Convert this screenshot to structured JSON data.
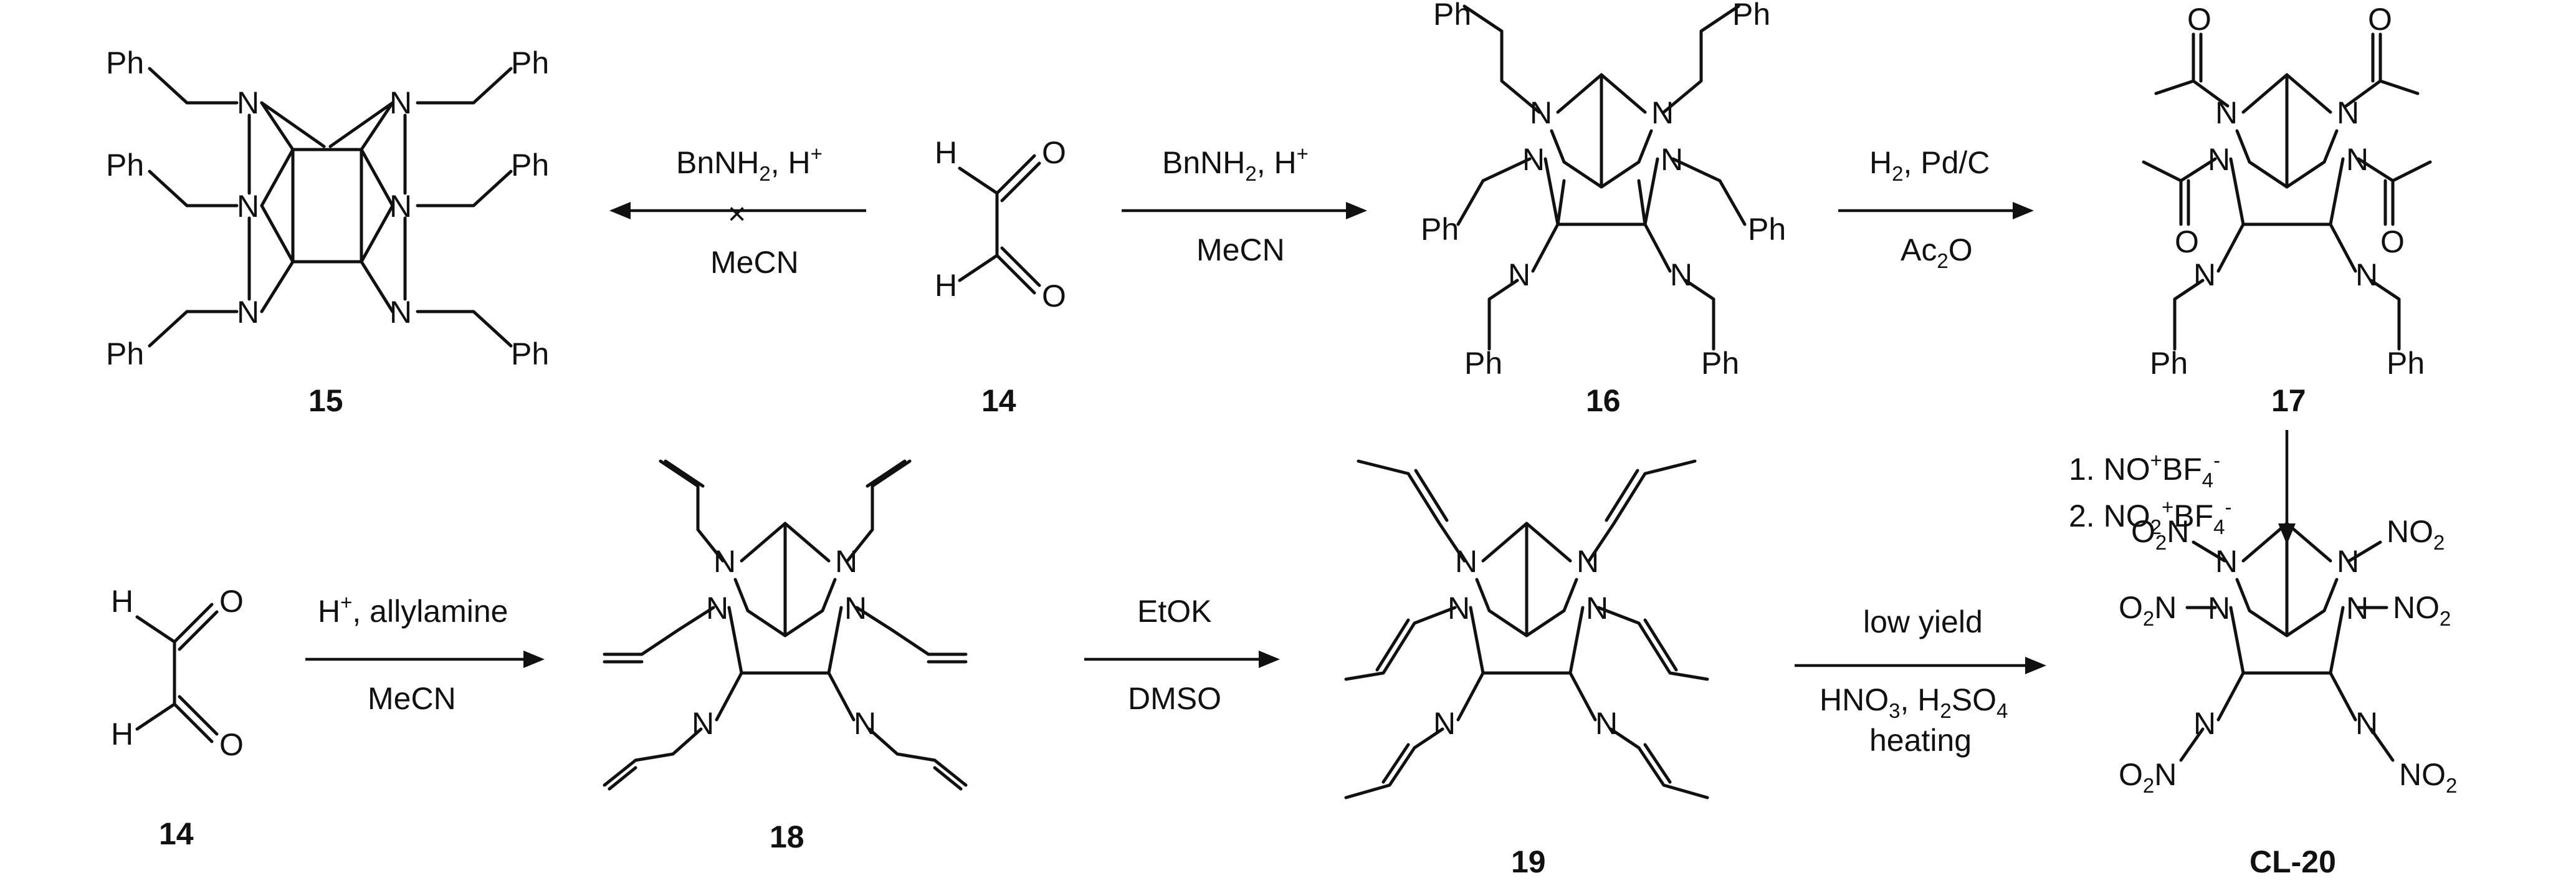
{
  "compounds": [
    {
      "id": "15",
      "label": "15"
    },
    {
      "id": "14a",
      "label": "14"
    },
    {
      "id": "16",
      "label": "16"
    },
    {
      "id": "17",
      "label": "17"
    },
    {
      "id": "14b",
      "label": "14"
    },
    {
      "id": "18",
      "label": "18"
    },
    {
      "id": "19",
      "label": "19"
    },
    {
      "id": "cl20",
      "label": "CL-20"
    }
  ],
  "atoms": {
    "N": "N",
    "O": "O",
    "H": "H",
    "Ph": "Ph"
  },
  "reactions": [
    {
      "id": "r1",
      "above": "BnNH",
      "above_sub": "2",
      "above_tail": ", H",
      "above_sup": "+",
      "below": "MeCN",
      "failed": true
    },
    {
      "id": "r2",
      "above": "BnNH",
      "above_sub": "2",
      "above_tail": ", H",
      "above_sup": "+",
      "below": "MeCN"
    },
    {
      "id": "r3",
      "above": "H",
      "above_sub": "2",
      "above_tail": ", Pd/C",
      "below": "Ac",
      "below_sub": "2",
      "below_tail": "O"
    },
    {
      "id": "r4",
      "line1": "1. NO",
      "line1_sup": "+",
      "line1_mid": "BF",
      "line1_sub": "4",
      "line1_sup2": "-",
      "line2": "2. NO",
      "line2_sub": "2",
      "line2_sup": "+",
      "line2_mid": "BF",
      "line2_sub2": "4",
      "line2_sup2": "-"
    },
    {
      "id": "r5",
      "above": "H",
      "above_sup": "+",
      "above_tail": ", allylamine",
      "below": "MeCN"
    },
    {
      "id": "r6",
      "above": "EtOK",
      "below": "DMSO"
    },
    {
      "id": "r7",
      "above": "low yield",
      "mid1": "HNO",
      "mid1_sub": "3",
      "mid1_tail": ", H",
      "mid1_sub2": "2",
      "mid1_tail2": "SO",
      "mid1_sub3": "4",
      "below": "heating"
    }
  ],
  "nitro": {
    "left": "O",
    "left_sub": "2",
    "left_tail": "N",
    "right": "N",
    "right_mid": "–NO",
    "right_sub": "2"
  }
}
